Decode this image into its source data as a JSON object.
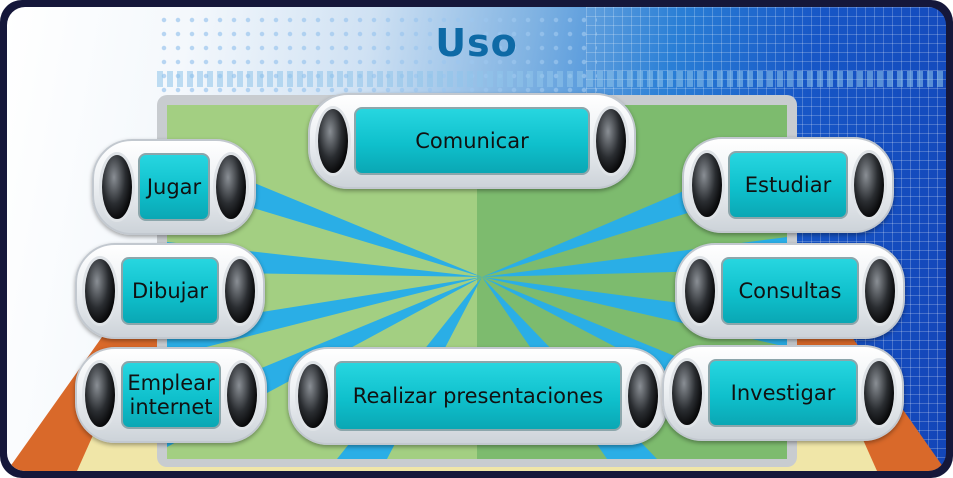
{
  "title": "Uso",
  "items": {
    "comunicar": "Comunicar",
    "jugar": "Jugar",
    "estudiar": "Estudiar",
    "dibujar": "Dibujar",
    "consultas": "Consultas",
    "emplear_internet": "Emplear internet",
    "realizar_presentaciones": "Realizar presentaciones",
    "investigar": "Investigar"
  },
  "colors": {
    "title": "#0e6aa6",
    "button_screen": "#14c6d2",
    "frame": "#15173a",
    "rays": "#29a9e3",
    "panel": "#9cc97a",
    "desk": "#d9692a"
  }
}
